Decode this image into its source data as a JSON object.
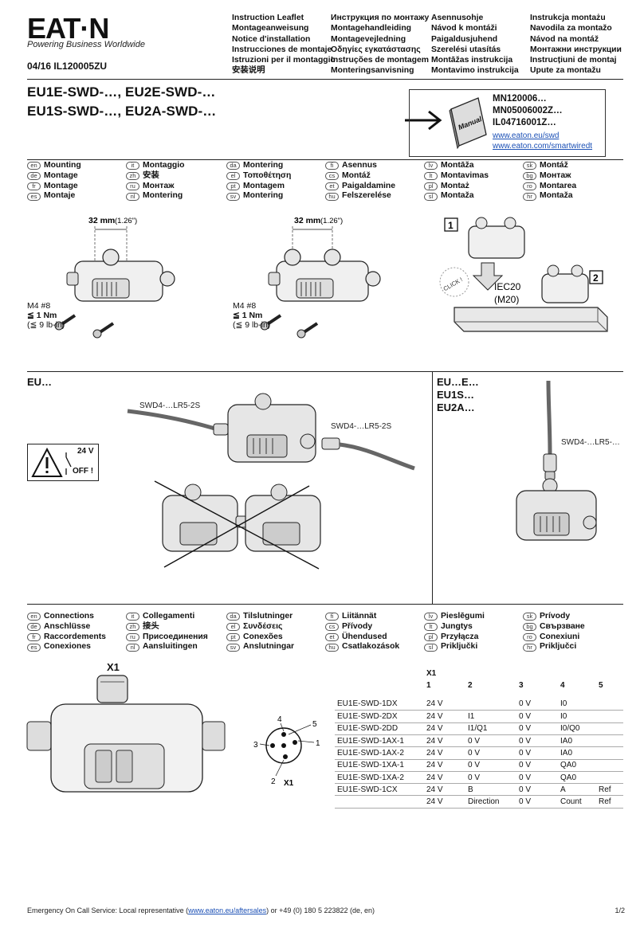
{
  "brand": {
    "logo_text": "EAT·N",
    "tagline": "Powering Business Worldwide"
  },
  "doc_id": "04/16 IL120005ZU",
  "header_cols": [
    [
      "Instruction Leaflet",
      "Montageanweisung",
      "Notice d'installation",
      "Instrucciones de montaje",
      "Istruzioni per il montaggio",
      "安装说明"
    ],
    [
      "Инструкция по монтажу",
      "Montagehandleiding",
      "Montagevejledning",
      "Οδηγίες εγκατάστασης",
      "Instruções de montagem",
      "Monteringsanvisning"
    ],
    [
      "Asennusohje",
      "Návod k montáži",
      "Paigaldusjuhend",
      "Szerelési utasítás",
      "Montāžas instrukcija",
      "Montavimo instrukcija"
    ],
    [
      "Instrukcja montażu",
      "Navodila za montažo",
      "Návod na montáž",
      "Монтажни инструкции",
      "Instrucțiuni de montaj",
      "Upute za montažu"
    ]
  ],
  "titles": [
    "EU1E-SWD-…, EU2E-SWD-…",
    "EU1S-SWD-…, EU2A-SWD-…"
  ],
  "reference": {
    "manual_label": "Manual",
    "docs": [
      "MN120006…",
      "MN05006002Z…",
      "IL04716001Z…"
    ],
    "links": [
      "www.eaton.eu/swd",
      "www.eaton.com/smartwiredt"
    ]
  },
  "mounting_langs": [
    [
      [
        "en",
        "Mounting"
      ],
      [
        "de",
        "Montage"
      ],
      [
        "fr",
        "Montage"
      ],
      [
        "es",
        "Montaje"
      ]
    ],
    [
      [
        "it",
        "Montaggio"
      ],
      [
        "zh",
        "安装"
      ],
      [
        "ru",
        "Монтаж"
      ],
      [
        "nl",
        "Montering"
      ]
    ],
    [
      [
        "da",
        "Montering"
      ],
      [
        "el",
        "Τοποθέτηση"
      ],
      [
        "pt",
        "Montagem"
      ],
      [
        "sv",
        "Montering"
      ]
    ],
    [
      [
        "fi",
        "Asennus"
      ],
      [
        "cs",
        "Montáž"
      ],
      [
        "et",
        "Paigaldamine"
      ],
      [
        "hu",
        "Felszerelése"
      ]
    ],
    [
      [
        "lv",
        "Montāža"
      ],
      [
        "lt",
        "Montavimas"
      ],
      [
        "pl",
        "Montaż"
      ],
      [
        "sl",
        "Montaža"
      ]
    ],
    [
      [
        "sk",
        "Montáž"
      ],
      [
        "bg",
        "Монтаж"
      ],
      [
        "ro",
        "Montarea"
      ],
      [
        "hr",
        "Montaža"
      ]
    ]
  ],
  "connections_langs": [
    [
      [
        "en",
        "Connections"
      ],
      [
        "de",
        "Anschlüsse"
      ],
      [
        "fr",
        "Raccordements"
      ],
      [
        "es",
        "Conexiones"
      ]
    ],
    [
      [
        "it",
        "Collegamenti"
      ],
      [
        "zh",
        "接头"
      ],
      [
        "ru",
        "Присоединения"
      ],
      [
        "nl",
        "Aansluitingen"
      ]
    ],
    [
      [
        "da",
        "Tilslutninger"
      ],
      [
        "el",
        "Συνδέσεις"
      ],
      [
        "pt",
        "Conexões"
      ],
      [
        "sv",
        "Anslutningar"
      ]
    ],
    [
      [
        "fi",
        "Liitännät"
      ],
      [
        "cs",
        "Přívody"
      ],
      [
        "et",
        "Ühendused"
      ],
      [
        "hu",
        "Csatlakozások"
      ]
    ],
    [
      [
        "lv",
        "Pieslēgumi"
      ],
      [
        "lt",
        "Jungtys"
      ],
      [
        "pl",
        "Przyłącza"
      ],
      [
        "sl",
        "Priključki"
      ]
    ],
    [
      [
        "sk",
        "Prívody"
      ],
      [
        "bg",
        "Свързване"
      ],
      [
        "ro",
        "Conexiuni"
      ],
      [
        "hr",
        "Priključci"
      ]
    ]
  ],
  "mounting": {
    "dim": "32 mm",
    "dim_in": "(1.26\")",
    "screw": "M4 #8",
    "torque": "≦ 1 Nm",
    "torque_lb": "(≦ 9 lb-in)",
    "step1": "1",
    "step2": "2",
    "click": "CLICK !",
    "rail": "IEC20",
    "rail2": "(M20)"
  },
  "eu_section": {
    "label": "EU…",
    "cable_left": "SWD4-…LR5-2S",
    "cable_right": "SWD4-…LR5-2S",
    "warn_voltage": "24 V",
    "warn_off": "OFF !"
  },
  "eue_section": {
    "labels": [
      "EU…E…",
      "EU1S…",
      "EU2A…"
    ],
    "cable": "SWD4-…LR5-…"
  },
  "connections": {
    "connector_label": "X1",
    "pin_label": "X1",
    "pins": [
      "1",
      "2",
      "3",
      "4",
      "5"
    ]
  },
  "pin_table": {
    "group": "X1",
    "headers": [
      "",
      "1",
      "2",
      "3",
      "4",
      "5"
    ],
    "rows": [
      [
        "EU1E-SWD-1DX",
        "24 V",
        "",
        "0 V",
        "I0",
        ""
      ],
      [
        "EU1E-SWD-2DX",
        "24 V",
        "I1",
        "0 V",
        "I0",
        ""
      ],
      [
        "EU1E-SWD-2DD",
        "24 V",
        "I1/Q1",
        "0 V",
        "I0/Q0",
        ""
      ],
      [
        "EU1E-SWD-1AX-1",
        "24 V",
        "0 V",
        "0 V",
        "IA0",
        ""
      ],
      [
        "EU1E-SWD-1AX-2",
        "24 V",
        "0 V",
        "0 V",
        "IA0",
        ""
      ],
      [
        "EU1E-SWD-1XA-1",
        "24 V",
        "0 V",
        "0 V",
        "QA0",
        ""
      ],
      [
        "EU1E-SWD-1XA-2",
        "24 V",
        "0 V",
        "0 V",
        "QA0",
        ""
      ],
      [
        "EU1E-SWD-1CX",
        "24 V",
        "B",
        "0 V",
        "A",
        "Ref"
      ],
      [
        "",
        "24 V",
        "Direction",
        "0 V",
        "Count",
        "Ref"
      ]
    ]
  },
  "footer": {
    "prefix": "Emergency On Call Service: Local representative (",
    "link": "www.eaton.eu/aftersales",
    "suffix": ") or +49 (0) 180 5 223822 (de, en)",
    "page": "1/2"
  }
}
